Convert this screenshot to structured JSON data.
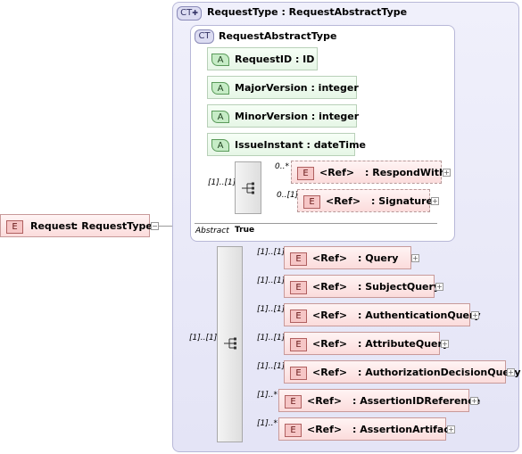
{
  "root": {
    "badge": "E",
    "label": "Request",
    "type": ": RequestType",
    "collapse": "−"
  },
  "complex_type": {
    "badge": "CT",
    "name": "RequestType",
    "base": ": RequestAbstractType"
  },
  "inner_type": {
    "badge": "CT",
    "name": "RequestAbstractType",
    "abstract_label": "Abstract",
    "abstract_value": "True"
  },
  "attributes": [
    {
      "badge": "A",
      "text": "RequestID  : ID"
    },
    {
      "badge": "A",
      "text": "MajorVersion  : integer"
    },
    {
      "badge": "A",
      "text": "MinorVersion  : integer"
    },
    {
      "badge": "A",
      "text": "IssueInstant  : dateTime"
    }
  ],
  "inner_sequence": {
    "cardinality": "[1]..[1]"
  },
  "inner_elements": [
    {
      "badge": "E",
      "ref": "<Ref>",
      "name": ": RespondWith",
      "card": "0..*",
      "expand": "+"
    },
    {
      "badge": "E",
      "ref": "<Ref>",
      "name": ": Signature",
      "card": "0..[1]",
      "expand": "+"
    }
  ],
  "outer_sequence": {
    "cardinality": "[1]..[1]"
  },
  "outer_elements": [
    {
      "badge": "E",
      "ref": "<Ref>",
      "name": ": Query",
      "card": "[1]..[1]",
      "expand": "+"
    },
    {
      "badge": "E",
      "ref": "<Ref>",
      "name": ": SubjectQuery",
      "card": "[1]..[1]",
      "expand": "+"
    },
    {
      "badge": "E",
      "ref": "<Ref>",
      "name": ": AuthenticationQuery",
      "card": "[1]..[1]",
      "expand": "+"
    },
    {
      "badge": "E",
      "ref": "<Ref>",
      "name": ": AttributeQuery",
      "card": "[1]..[1]",
      "expand": "+"
    },
    {
      "badge": "E",
      "ref": "<Ref>",
      "name": ": AuthorizationDecisionQuery",
      "card": "[1]..[1]",
      "expand": "+"
    },
    {
      "badge": "E",
      "ref": "<Ref>",
      "name": ": AssertionIDReference",
      "card": "[1]..*",
      "expand": "+"
    },
    {
      "badge": "E",
      "ref": "<Ref>",
      "name": ": AssertionArtifact",
      "card": "[1]..*",
      "expand": "+"
    }
  ]
}
